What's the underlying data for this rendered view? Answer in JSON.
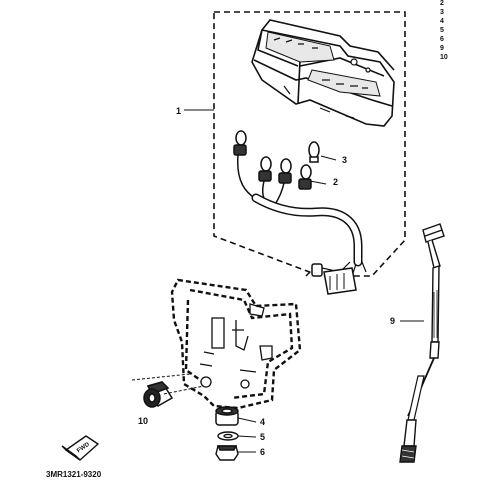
{
  "callouts": {
    "c1": "1",
    "c2": "2",
    "c3": "3",
    "c4": "4",
    "c5": "5",
    "c6": "6",
    "c9": "9",
    "c10": "10"
  },
  "corner_index": [
    "2",
    "3",
    "4",
    "5",
    "6",
    "9",
    "10"
  ],
  "fwd_badge": "FWD",
  "diagram_code": "3MR1321-9320"
}
